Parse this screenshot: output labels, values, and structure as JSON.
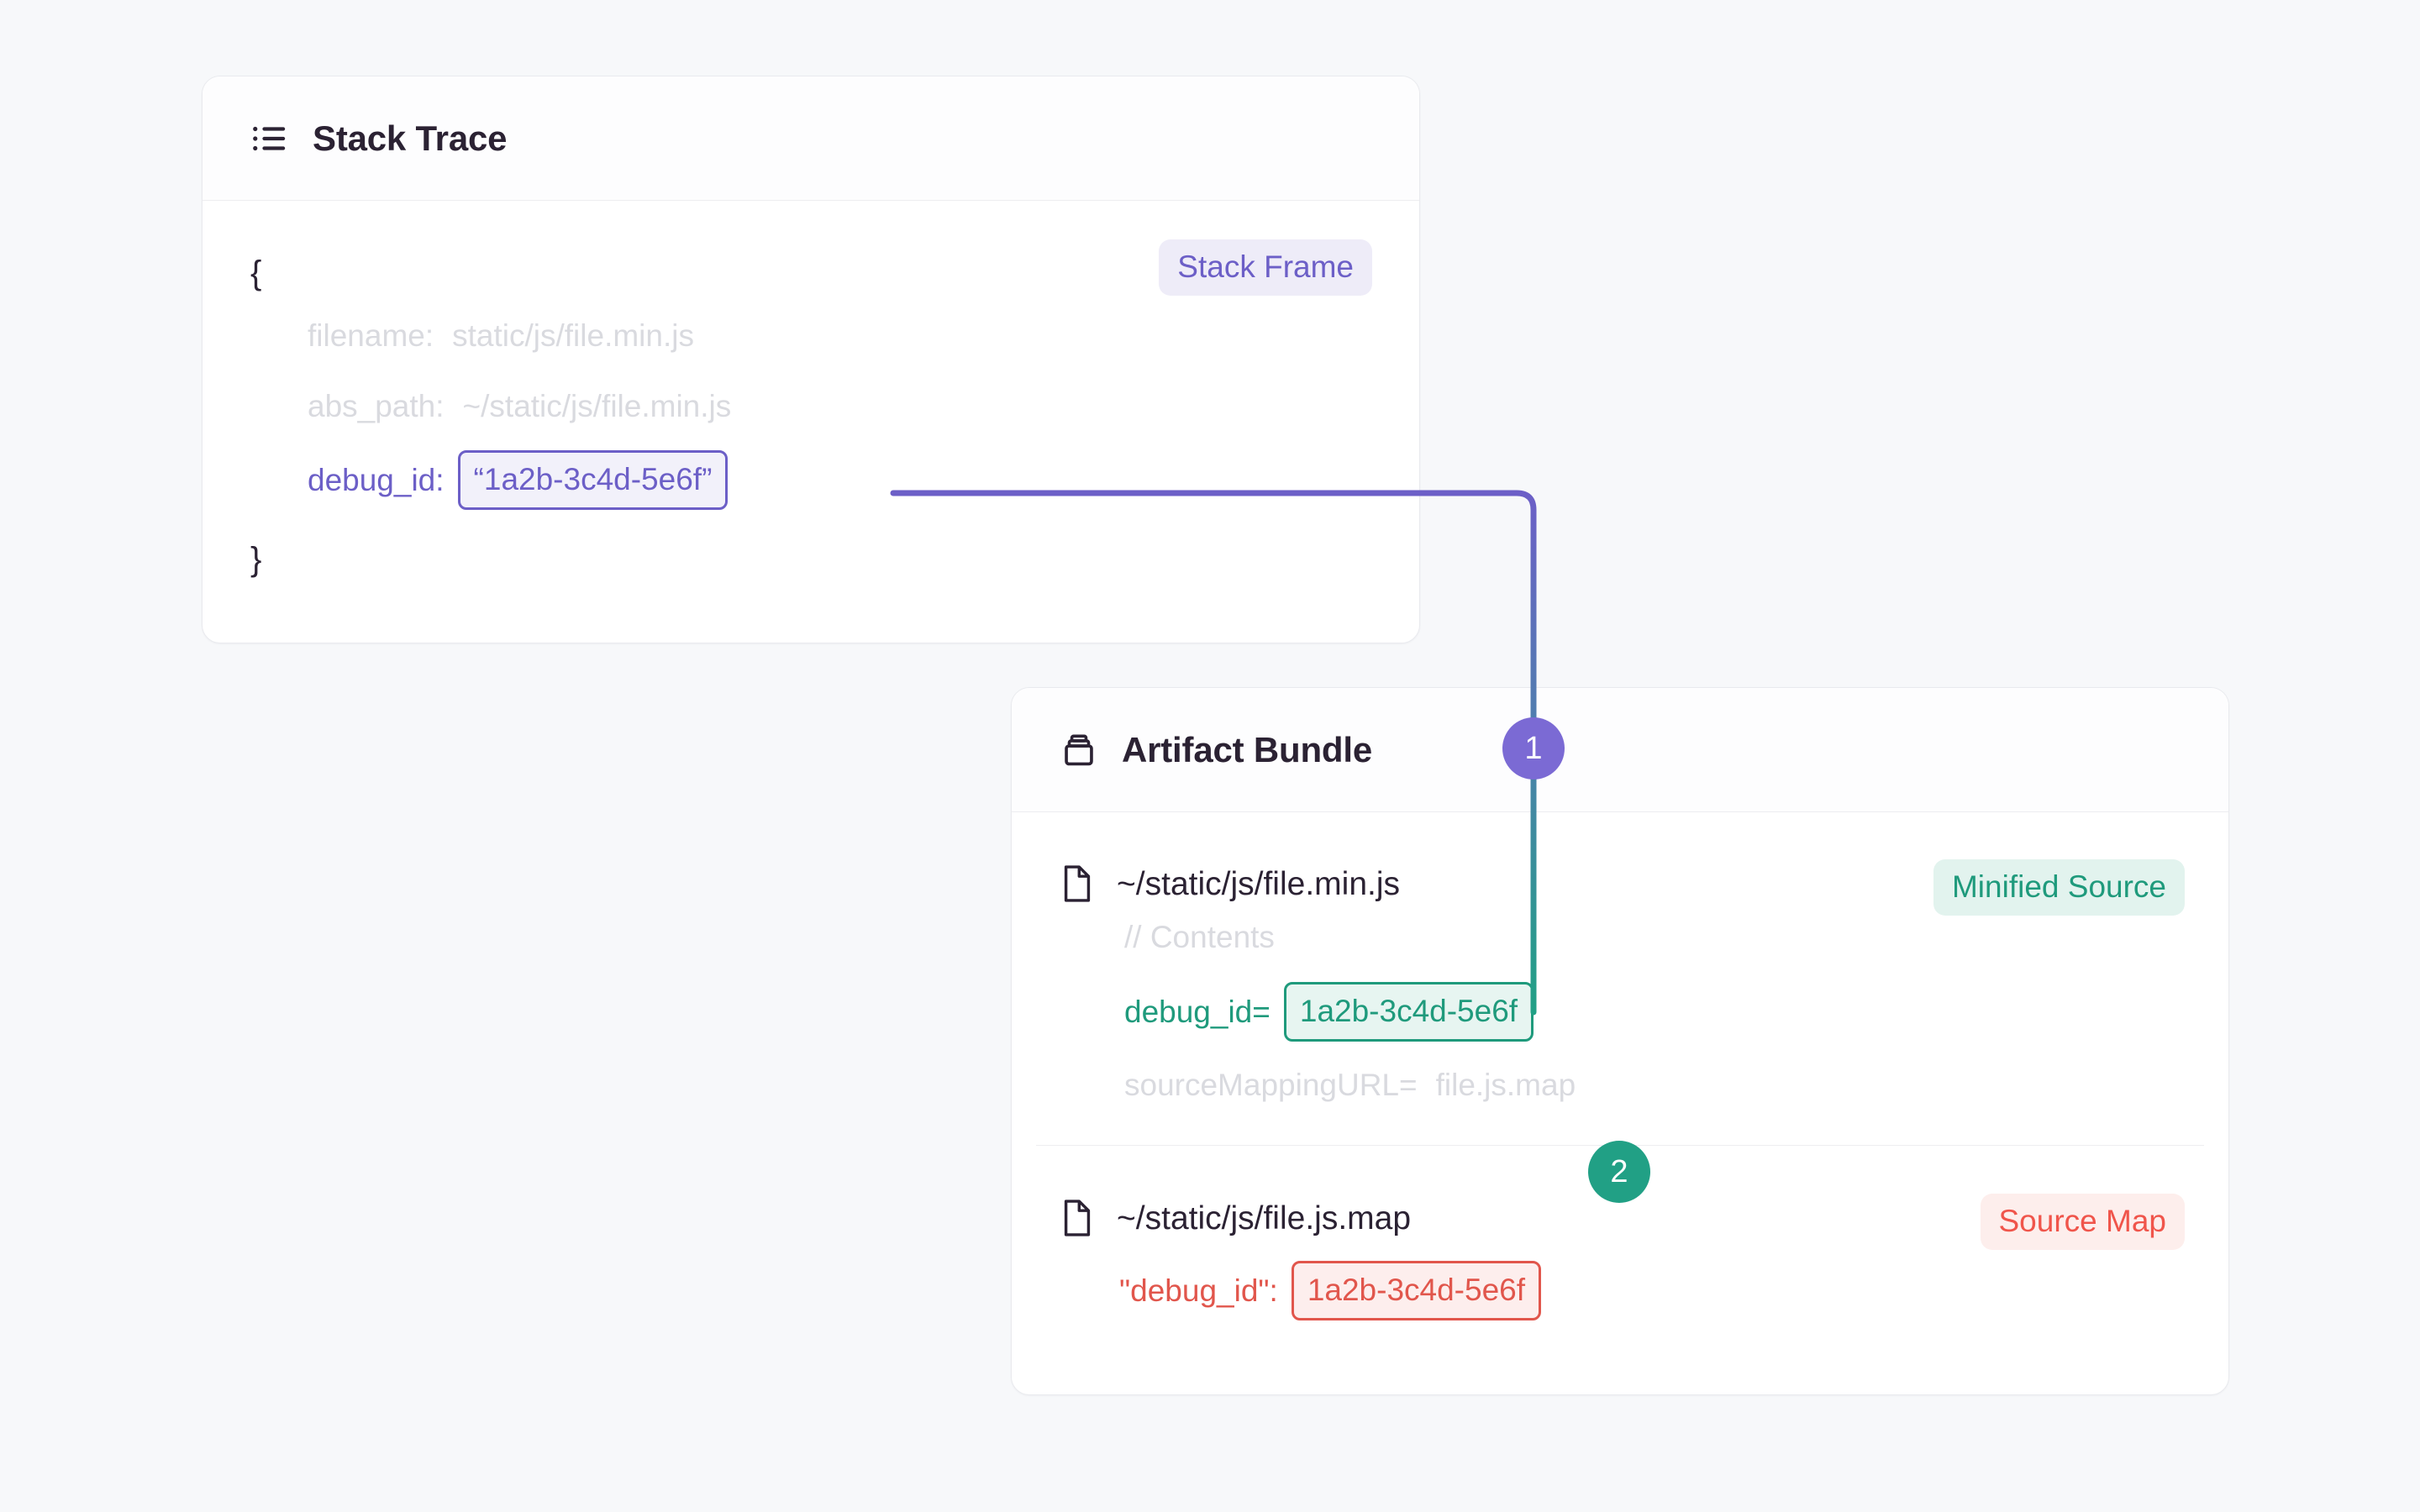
{
  "page": {
    "background_color": "#f7f8fa",
    "colors": {
      "purple": "#6c5fc7",
      "purple_badge": "#7b6ad4",
      "teal": "#1f9a7c",
      "teal_badge": "#21a085",
      "red": "#e1564c",
      "red_pill_text": "#f0554b",
      "muted_text": "#d9dadf",
      "title_text": "#2b2233",
      "card_border": "#e9eaee"
    }
  },
  "stack_trace_card": {
    "icon": "list-icon",
    "title": "Stack Trace",
    "badge": {
      "label": "Stack Frame",
      "style": "purple"
    },
    "code": {
      "open_brace": "{",
      "close_brace": "}",
      "lines": [
        {
          "key": "filename:",
          "value": "static/js/file.min.js",
          "style": "muted"
        },
        {
          "key": "abs_path:",
          "value": "~/static/js/file.min.js",
          "style": "muted"
        }
      ],
      "highlight_line": {
        "key": "debug_id:",
        "value": "“1a2b-3c4d-5e6f”",
        "style": "purple"
      }
    }
  },
  "artifact_bundle_card": {
    "icon": "package-icon",
    "title": "Artifact Bundle",
    "sections": [
      {
        "file_icon": "file-icon",
        "file_path": "~/static/js/file.min.js",
        "badge": {
          "label": "Minified Source",
          "style": "teal"
        },
        "lines": [
          {
            "text": "// Contents",
            "style": "muted"
          },
          {
            "key": "sourceMappingURL=",
            "value": "file.js.map",
            "style": "muted"
          }
        ],
        "highlight_line": {
          "key": "debug_id=",
          "value": "1a2b-3c4d-5e6f",
          "style": "teal"
        }
      },
      {
        "file_icon": "file-icon",
        "file_path": "~/static/js/file.js.map",
        "badge": {
          "label": "Source Map",
          "style": "red"
        },
        "lines": [],
        "highlight_line": {
          "key": "\"debug_id\":",
          "value": "1a2b-3c4d-5e6f",
          "style": "red"
        }
      }
    ]
  },
  "connectors": [
    {
      "step": "1",
      "badge_style": "purple",
      "from": "stack-trace-debug-id",
      "to": "minified-source-debug-id",
      "color_start": "#6c5fc7",
      "color_end": "#21a085"
    },
    {
      "step": "2",
      "badge_style": "teal",
      "from": "minified-source-debug-id",
      "to": "source-map-debug-id",
      "color_start": "#21a085",
      "color_end": "#e1564c"
    }
  ]
}
